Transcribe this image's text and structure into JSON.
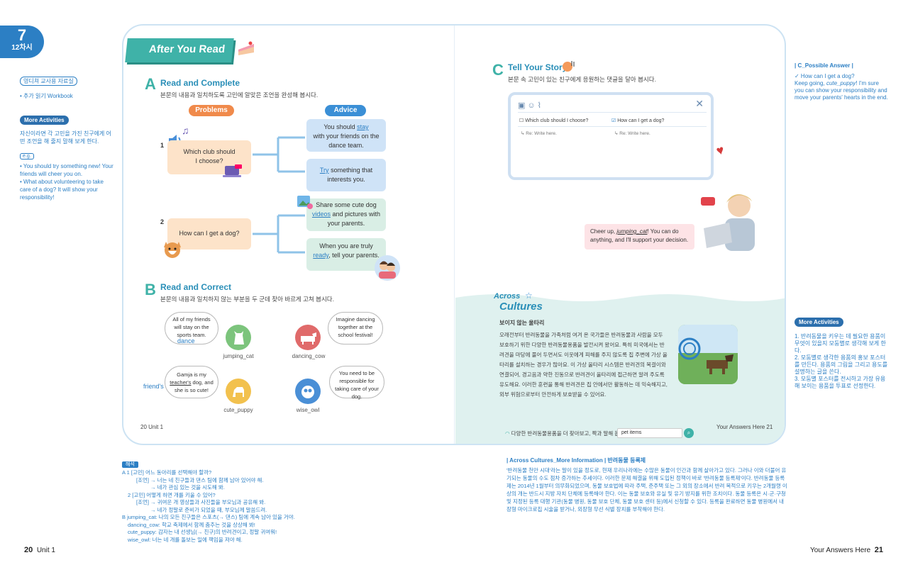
{
  "unit": {
    "number": "7",
    "lesson": "12차시"
  },
  "left_margin": {
    "tag": "영디쳐 교사용 자료실",
    "workbook": "• 추가 읽기 Workbook",
    "more_title": "More Activities",
    "more_text": "자신이라면 각 고민을 가진 친구에게 어떤 조언을 해 줄지 말해 보게 한다.",
    "eg": "e.g.",
    "eg_items": [
      "• You should try something new! Your friends will cheer you on.",
      "• What about volunteering to take care of a dog? It will show your responsibility!"
    ]
  },
  "banner": "After You Read",
  "section_a": {
    "letter": "A",
    "title": "Read and Complete",
    "subtitle": "본문의 내용과 일치하도록 고민에 알맞은 조언을 완성해 봅시다.",
    "problems_label": "Problems",
    "advice_label": "Advice",
    "p1_num": "1",
    "p1": "Which club should I choose?",
    "p2_num": "2",
    "p2": "How can I get a dog?",
    "a1_pre": "You should",
    "a1_ans": "stay",
    "a1_post": "with your friends on the dance team.",
    "a2_ans": "Try",
    "a2_post": "something that interests you.",
    "a3_pre": "Share some cute dog",
    "a3_ans": "videos",
    "a3_post": "and pictures with your parents.",
    "a4_pre": "When you are truly",
    "a4_ans": "ready",
    "a4_post": ", tell your parents."
  },
  "section_b": {
    "letter": "B",
    "title": "Read and Correct",
    "subtitle": "본문의 내용과 일치하지 않는 부분을 두 군데 찾아 바르게 고쳐 봅시다.",
    "b1": "All of my friends will stay on the sports team.",
    "b1_fix": "dance",
    "b1_name": "jumping_cat",
    "b2": "Imagine dancing together at the school festival!",
    "b2_name": "dancing_cow",
    "b3_pre": "Gamja is my",
    "b3_underlined": "teacher's",
    "b3_post": "dog, and she is so cute!",
    "b3_fix": "friend's",
    "b3_name": "cute_puppy",
    "b4": "You need to be responsible for taking care of your dog.",
    "b4_name": "wise_owl"
  },
  "page_left": "20  Unit 1",
  "section_c": {
    "letter": "C",
    "title": "Tell Your Story",
    "subtitle": "본문 속 고민이 있는 친구에게 응원하는 댓글을 달아 봅시다.",
    "opt1": "Which club should I choose?",
    "opt2": "How can I get a dog?",
    "reply1": "Re: Write here.",
    "reply2": "Re: Write here.",
    "cheer_pre": "Cheer up, ",
    "cheer_name": "jumping_cat",
    "cheer_post": "! You can do anything, and I'll support your decision."
  },
  "culture": {
    "logo_top": "Across",
    "logo_bottom": "Cultures",
    "subtitle": "보이지 않는 울타리",
    "text": "오래전부터 반려동물을 가족처럼 여겨 온 국가들은 반려동물과 사람을 모두 보호하기 위한 다양한 반려동물용품을 발전시켜 왔어요. 특히 미국에서는 반려견을 마당에 풀어 두면서도 이웃에게 피해를 주지 않도록 집 주변에 가상 울타리를 설치하는 경우가 많아요. 이 가상 울타리 시스템은 반려견의 목걸이와 연결되어, 경고음과 약한 진동으로 반려견이 울타리에 접근하면 알려 주도록 유도해요. 이러한 훈련을 통해 반려견은 집 안에서만 활동하는 데 익숙해지고, 외부 위험으로부터 안전하게 보호받을 수 있어요.",
    "search_label": "다양한 반려동물용품을 더 찾아보고, 짝과 말해 봅시다.",
    "search_value": "pet items"
  },
  "page_right": "Your Answers Here  21",
  "right_margin": {
    "c_title": "| C_Possible Answer |",
    "c_text_1": "✓ How can I get a dog?",
    "c_text_2_pre": "Keep going, ",
    "c_text_2_name": "cute_puppy",
    "c_text_2_post": "! I'm sure you can show your responsibility and move your parents' hearts in the end.",
    "more_title": "More Activities",
    "more_items": [
      "1. 반려동물을 키우는 데 필요한 용품이 무엇이 있을지 모둠별로 생각해 보게 한다.",
      "2. 모둠별로 생각한 용품의 홍보 포스터를 만든다. 용품의 그림을 그리고 용도를 설명하는 글을 쓴다.",
      "3. 모둠별 포스터를 전시하고 가장 유용해 보이는 용품을 투표로 선정한다."
    ]
  },
  "translation": {
    "tag": "해석",
    "lines": [
      "A 1  [고민] 어느 동아리를 선택해야 할까?",
      "[조언] → 너는 네 친구들과 댄스 팀에 함께 남아 있어야 해.",
      "→ 네가 관심 있는 것을 시도해 봐.",
      "2  [고민] 어떻게 하면 개를 키울 수 있어?",
      "[조언] → 귀여운 개 영상들과 사진들을 부모님과 공유해 봐.",
      "→ 네가 정말로 준비가 되었을 때, 부모님께 말씀드려.",
      "B jumping_cat: 나의 모든 친구들은 스포츠(→ 댄스) 팀에 계속 남아 있을 거야.",
      "dancing_cow: 학교 축제에서 함께 춤추는 것을 상상해 봐!",
      "cute_puppy: 감자는 내 선생님(→ 친구)의 반려견이고, 정말 귀여워!",
      "wise_owl: 너는 네 개를 돌보는 일에 책임을 져야 해."
    ]
  },
  "info": {
    "title": "| Across Cultures_More Information | 반려동물 등록제",
    "text": "'반려동물 천만 시대'라는 말이 있을 정도로, 현재 우리나라에는 수많은 동물이 인간과 함께 살아가고 있다. 그러나 이와 더불어 유기되는 동물의 수도 점차 증가하는 추세이다. 이러한 문제 해결을 위해 도입된 정책이 바로 '반려동물 등록제'이다. 반려동물 등록제는 2014년 1월부터 의무화되었으며, 동물 보호법에 따라 주택, 준주택 또는 그 외의 장소에서 반려 목적으로 키우는 2개월령 이상의 개는 반드시 지방 자치 단체에 등록해야 한다. 이는 동물 보호와 유실 및 유기 방지를 위한 조치이다. 동물 등록은 시·군·구청 및 지정된 등록 대행 기관(동물 병원, 동물 보호 단체, 동물 보호 센터 등)에서 신청할 수 있다. 등록을 완료하면 동물 병원에서 내장형 마이크로칩 시술을 받거나, 외장형 무선 식별 장치를 부착해야 한다."
  },
  "bottom_left": {
    "num": "20",
    "unit": "Unit 1"
  },
  "bottom_right": {
    "label": "Your Answers Here",
    "num": "21"
  },
  "colors": {
    "primary": "#2c7fc4",
    "teal": "#3fb2a8",
    "problem": "#fde3c9",
    "advice": "#cfe3f7"
  }
}
